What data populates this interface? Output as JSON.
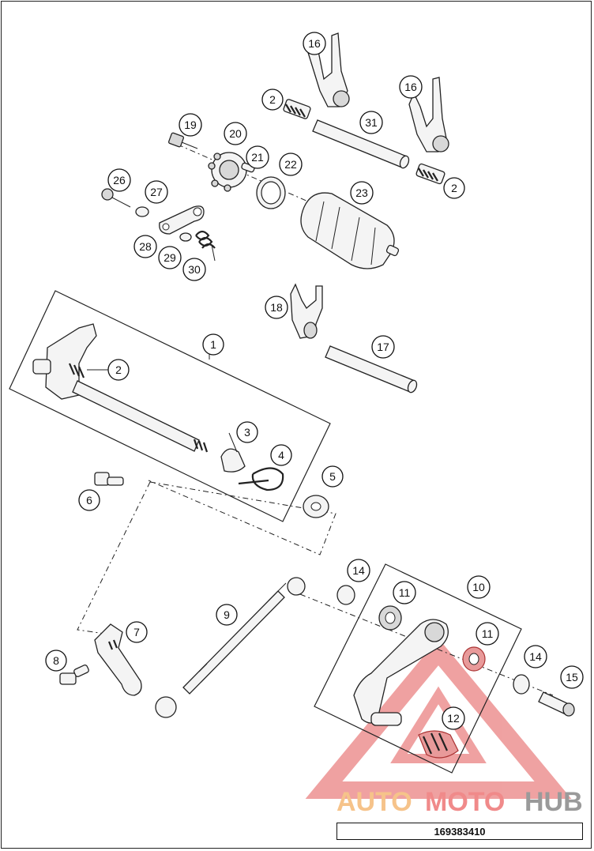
{
  "callouts": [
    {
      "id": "c16a",
      "label": "16"
    },
    {
      "id": "c16b",
      "label": "16"
    },
    {
      "id": "c2a",
      "label": "2"
    },
    {
      "id": "c31",
      "label": "31"
    },
    {
      "id": "c2b",
      "label": "2"
    },
    {
      "id": "c19",
      "label": "19"
    },
    {
      "id": "c20",
      "label": "20"
    },
    {
      "id": "c21",
      "label": "21"
    },
    {
      "id": "c22",
      "label": "22"
    },
    {
      "id": "c23",
      "label": "23"
    },
    {
      "id": "c26",
      "label": "26"
    },
    {
      "id": "c27",
      "label": "27"
    },
    {
      "id": "c28",
      "label": "28"
    },
    {
      "id": "c29",
      "label": "29"
    },
    {
      "id": "c30",
      "label": "30"
    },
    {
      "id": "c18",
      "label": "18"
    },
    {
      "id": "c17",
      "label": "17"
    },
    {
      "id": "c1",
      "label": "1"
    },
    {
      "id": "c2c",
      "label": "2"
    },
    {
      "id": "c3",
      "label": "3"
    },
    {
      "id": "c4",
      "label": "4"
    },
    {
      "id": "c5",
      "label": "5"
    },
    {
      "id": "c6",
      "label": "6"
    },
    {
      "id": "c14a",
      "label": "14"
    },
    {
      "id": "c10",
      "label": "10"
    },
    {
      "id": "c11a",
      "label": "11"
    },
    {
      "id": "c9",
      "label": "9"
    },
    {
      "id": "c7",
      "label": "7"
    },
    {
      "id": "c11b",
      "label": "11"
    },
    {
      "id": "c8",
      "label": "8"
    },
    {
      "id": "c14b",
      "label": "14"
    },
    {
      "id": "c15",
      "label": "15"
    },
    {
      "id": "c12",
      "label": "12"
    }
  ],
  "watermark": {
    "part1": "AUTO",
    "part2": "MOTO",
    "part3": "HUB",
    "color1": "#f6c38a",
    "color2": "#f08a8a",
    "color3": "#9a9a9a"
  },
  "document_number": "169383410"
}
